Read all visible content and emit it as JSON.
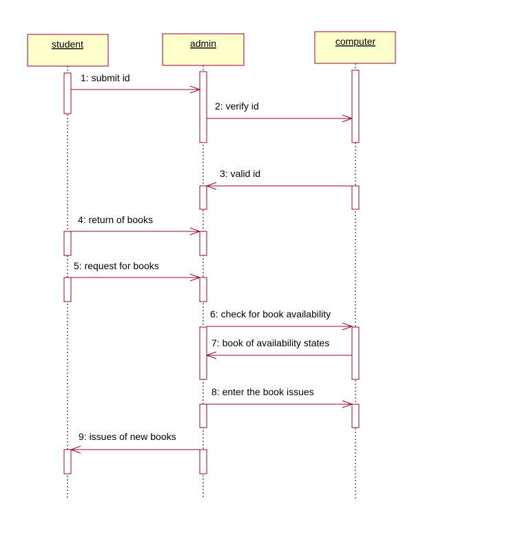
{
  "diagram": {
    "colors": {
      "box_fill": "#ffffcc",
      "stroke": "#990033",
      "lifeline": "#000000",
      "text": "#000000"
    },
    "participants": [
      {
        "id": "student",
        "label": "student"
      },
      {
        "id": "admin",
        "label": "admin"
      },
      {
        "id": "computer",
        "label": "computer"
      }
    ],
    "messages": [
      {
        "label": "1: submit id",
        "from": "student",
        "to": "admin"
      },
      {
        "label": "2: verify id",
        "from": "admin",
        "to": "computer"
      },
      {
        "label": "3: valid id",
        "from": "computer",
        "to": "admin"
      },
      {
        "label": "4: return of books",
        "from": "student",
        "to": "admin"
      },
      {
        "label": "5: request for books",
        "from": "student",
        "to": "admin"
      },
      {
        "label": "6: check for book availability",
        "from": "admin",
        "to": "computer"
      },
      {
        "label": "7: book of availability states",
        "from": "computer",
        "to": "admin"
      },
      {
        "label": "8: enter the book issues",
        "from": "admin",
        "to": "computer"
      },
      {
        "label": "9: issues of new books",
        "from": "admin",
        "to": "student"
      }
    ]
  }
}
